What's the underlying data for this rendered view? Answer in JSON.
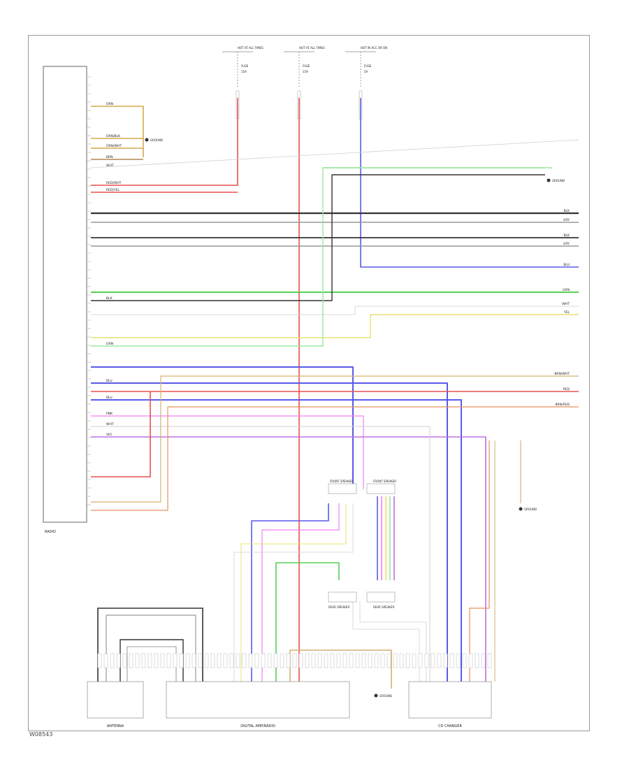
{
  "diagram": {
    "diagram_id": "W08543",
    "components": {
      "radio": {
        "label": "RADIO"
      },
      "antenna": {
        "label": "ANTENNA"
      },
      "digital_amp": {
        "label": "DIGITAL AMP/RADIO"
      },
      "cd_changer": {
        "label": "CD CHANGER"
      },
      "front_right_speaker": {
        "label": "FRONT SPEAKER"
      },
      "front_left_speaker": {
        "label": "FRONT SPEAKER"
      },
      "rear_right_speaker": {
        "label": "REAR SPEAKER"
      },
      "rear_left_speaker": {
        "label": "REAR SPEAKER"
      }
    },
    "fuses": [
      {
        "header": "HOT AT ALL TIMES",
        "name": "FUSE",
        "rating": "15A"
      },
      {
        "header": "HOT AT ALL TIMES",
        "name": "FUSE",
        "rating": "15A"
      },
      {
        "header": "HOT IN ACC OR ON",
        "name": "FUSE",
        "rating": "5A"
      }
    ],
    "grounds": [
      {
        "label": "GROUND"
      },
      {
        "label": "GROUND"
      },
      {
        "label": "GROUND"
      },
      {
        "label": "GROUND"
      }
    ],
    "wires": [
      {
        "id": "w01",
        "color_name": "ORN",
        "hex": "#d4a94a"
      },
      {
        "id": "w02",
        "color_name": "ORN/BLK",
        "hex": "#d4a94a"
      },
      {
        "id": "w03",
        "color_name": "ORN/WHT",
        "hex": "#d4a94a"
      },
      {
        "id": "w04",
        "color_name": "BRN",
        "hex": "#b08850"
      },
      {
        "id": "w05",
        "color_name": "WHT",
        "hex": "#cfcfcf"
      },
      {
        "id": "w06",
        "color_name": "RED/WHT",
        "hex": "#e85050"
      },
      {
        "id": "w07",
        "color_name": "RED/YEL",
        "hex": "#e85050"
      },
      {
        "id": "w08",
        "color_name": "BLK",
        "hex": "#333333"
      },
      {
        "id": "w09",
        "color_name": "GRY",
        "hex": "#999999"
      },
      {
        "id": "w10",
        "color_name": "BLK",
        "hex": "#333333"
      },
      {
        "id": "w11",
        "color_name": "GRY",
        "hex": "#999999"
      },
      {
        "id": "w12",
        "color_name": "GRN",
        "hex": "#55d055"
      },
      {
        "id": "w13",
        "color_name": "BLK",
        "hex": "#333333"
      },
      {
        "id": "w14",
        "color_name": "WHT",
        "hex": "#cfcfcf"
      },
      {
        "id": "w15",
        "color_name": "YEL",
        "hex": "#e8e070"
      },
      {
        "id": "w16",
        "color_name": "GRN",
        "hex": "#9be89b"
      },
      {
        "id": "w17",
        "color_name": "BLU",
        "hex": "#5a5ae8"
      },
      {
        "id": "w18",
        "color_name": "BLU",
        "hex": "#5a5ae8"
      },
      {
        "id": "w19",
        "color_name": "RED",
        "hex": "#e85050"
      },
      {
        "id": "w20",
        "color_name": "BLU",
        "hex": "#5a5ae8"
      },
      {
        "id": "w21",
        "color_name": "PNK",
        "hex": "#f080f0"
      },
      {
        "id": "w22",
        "color_name": "VIO",
        "hex": "#c070e0"
      },
      {
        "id": "w23",
        "color_name": "GRN",
        "hex": "#9be89b"
      },
      {
        "id": "w24",
        "color_name": "WHT",
        "hex": "#cfcfcf"
      },
      {
        "id": "w25",
        "color_name": "RED",
        "hex": "#e85050"
      },
      {
        "id": "w26",
        "color_name": "BRN/WHT",
        "hex": "#d4b070"
      },
      {
        "id": "w27",
        "color_name": "BRN/RED",
        "hex": "#e89060"
      }
    ]
  }
}
